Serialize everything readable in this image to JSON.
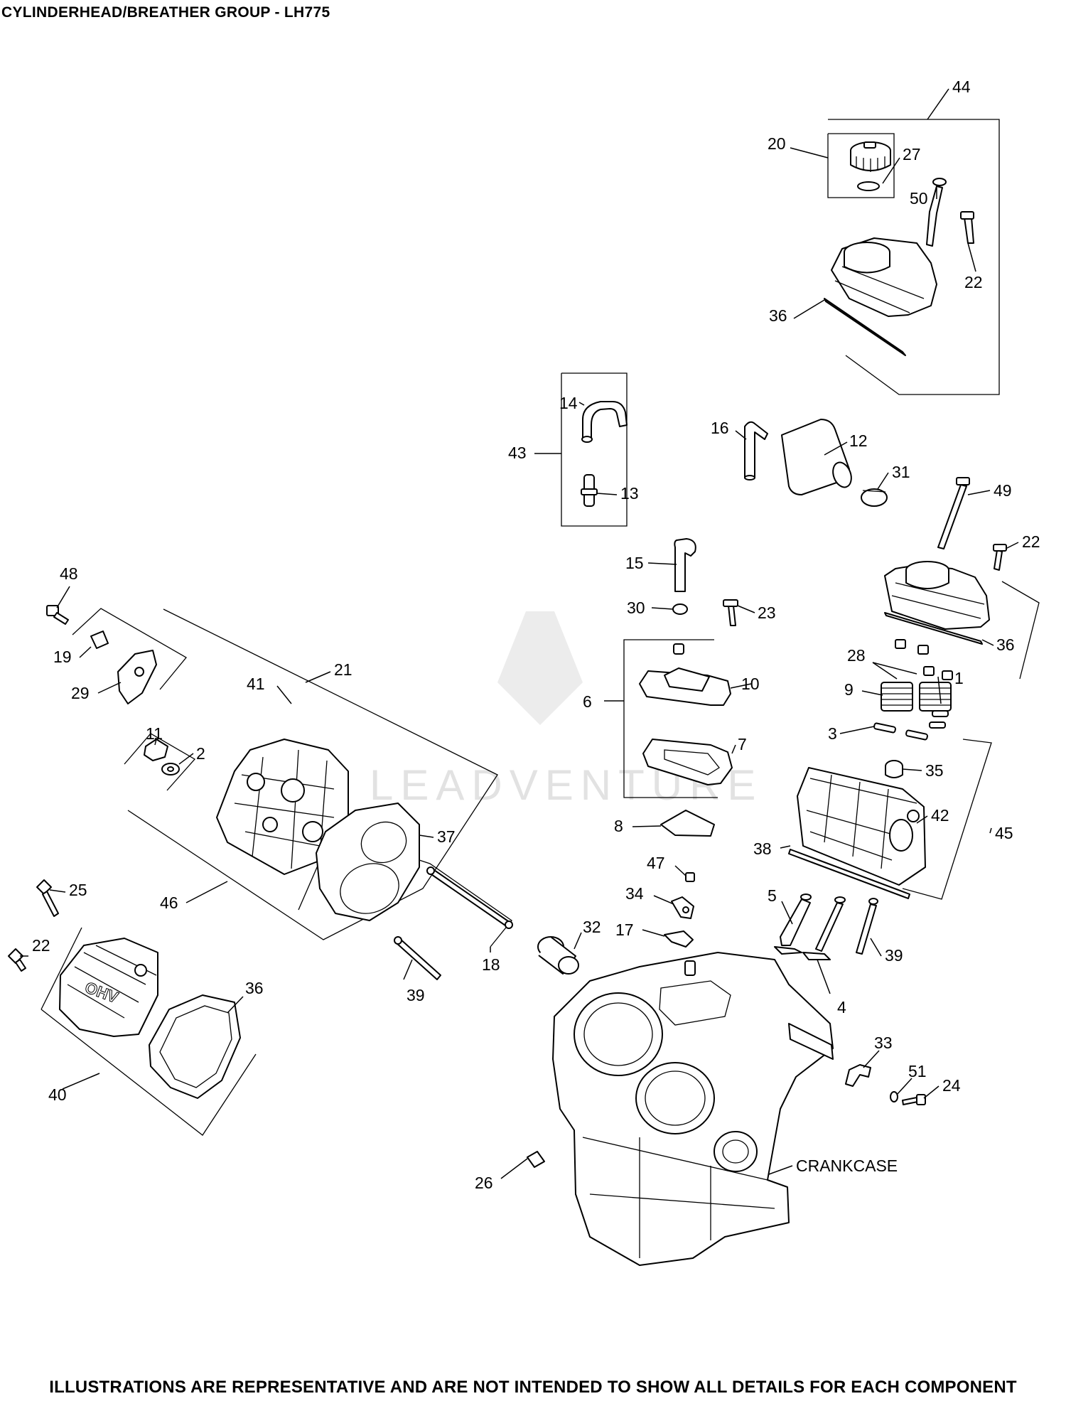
{
  "title": "CYLINDERHEAD/BREATHER GROUP - LH775",
  "footer": "ILLUSTRATIONS ARE REPRESENTATIVE AND ARE NOT INTENDED TO SHOW ALL DETAILS FOR EACH COMPONENT",
  "watermark": "LEADVENTURE",
  "callouts": {
    "c44": "44",
    "c20": "20",
    "c27": "27",
    "c50": "50",
    "c22a": "22",
    "c36a": "36",
    "c14": "14",
    "c43": "43",
    "c13": "13",
    "c16": "16",
    "c12": "12",
    "c31": "31",
    "c49": "49",
    "c22b": "22",
    "c15": "15",
    "c30": "30",
    "c23": "23",
    "c36b": "36",
    "c48": "48",
    "c19": "19",
    "c29": "29",
    "c21": "21",
    "c41": "41",
    "c11": "11",
    "c2": "2",
    "c6": "6",
    "c10": "10",
    "c7": "7",
    "c28": "28",
    "c1": "1",
    "c9": "9",
    "c3": "3",
    "c35": "35",
    "c42": "42",
    "c45": "45",
    "c38": "38",
    "c8": "8",
    "c37": "37",
    "c47": "47",
    "c34": "34",
    "c25": "25",
    "c46": "46",
    "c18": "18",
    "c22c": "22",
    "c32": "32",
    "c17": "17",
    "c5": "5",
    "c39a": "39",
    "c4": "4",
    "c39b": "39",
    "c36c": "36",
    "c40": "40",
    "c33": "33",
    "c51": "51",
    "c24": "24",
    "crankcase": "CRANKCASE",
    "c26": "26"
  }
}
